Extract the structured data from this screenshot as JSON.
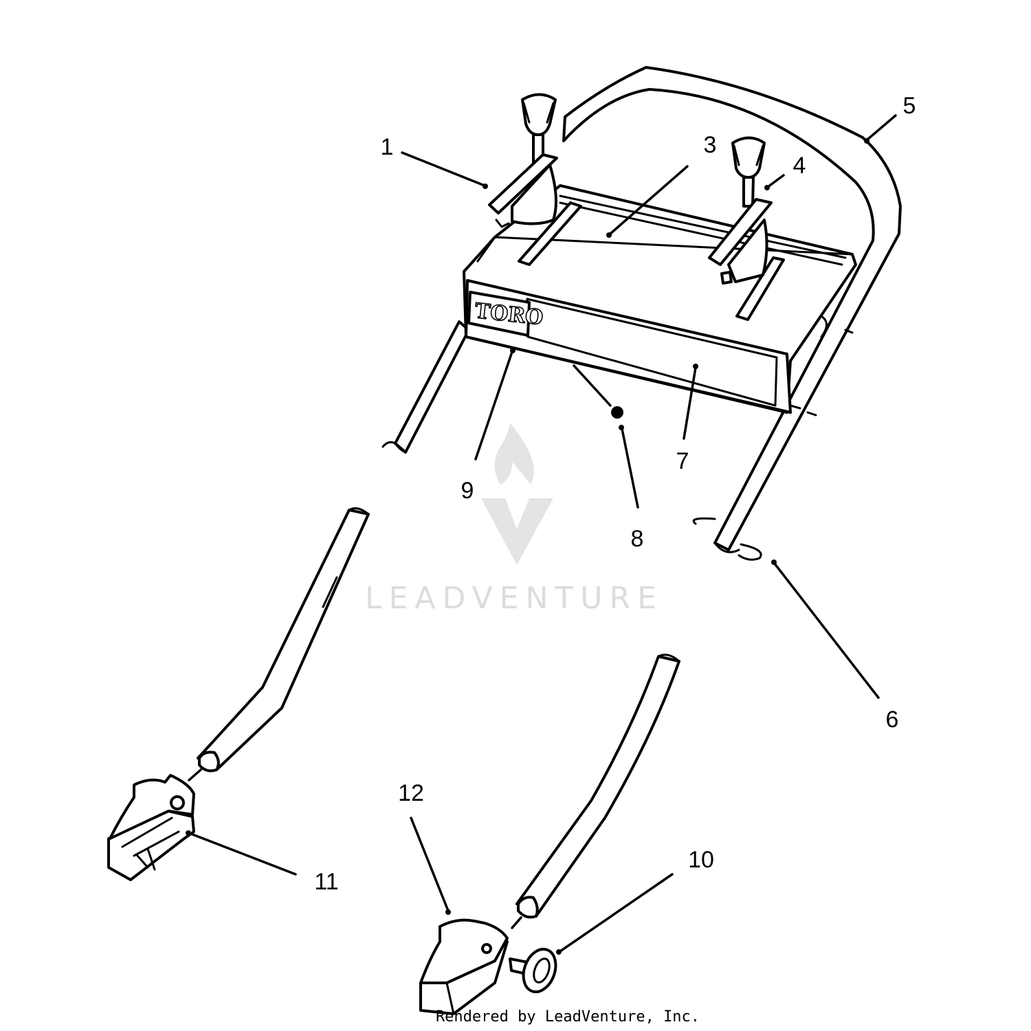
{
  "callouts": [
    {
      "id": "1",
      "label": "1"
    },
    {
      "id": "3",
      "label": "3"
    },
    {
      "id": "4",
      "label": "4"
    },
    {
      "id": "5",
      "label": "5"
    },
    {
      "id": "6",
      "label": "6"
    },
    {
      "id": "7",
      "label": "7"
    },
    {
      "id": "8",
      "label": "8"
    },
    {
      "id": "9",
      "label": "9"
    },
    {
      "id": "10",
      "label": "10"
    },
    {
      "id": "11",
      "label": "11"
    },
    {
      "id": "12",
      "label": "12"
    }
  ],
  "brand_logo": "TORO",
  "watermark": "LEADVENTURE",
  "footer_credit": "Rendered by LeadVenture, Inc."
}
